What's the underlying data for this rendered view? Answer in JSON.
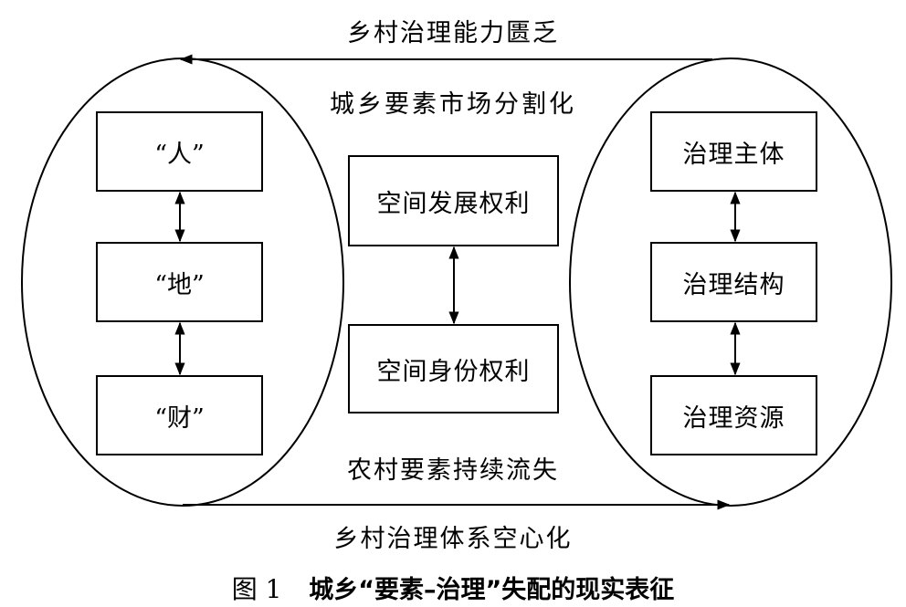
{
  "top_label": "乡村治理能力匮乏",
  "upper_middle_label": "城乡要素市场分割化",
  "lower_middle_label": "农村要素持续流失",
  "bottom_label": "乡村治理体系空心化",
  "left_group": {
    "items": [
      "“人”",
      "“地”",
      "“财”"
    ]
  },
  "center_group": {
    "items": [
      "空间发展权利",
      "空间身份权利"
    ]
  },
  "right_group": {
    "items": [
      "治理主体",
      "治理结构",
      "治理资源"
    ]
  },
  "caption": {
    "number": "图 1",
    "title": "城乡“要素–治理”失配的现实表征"
  }
}
